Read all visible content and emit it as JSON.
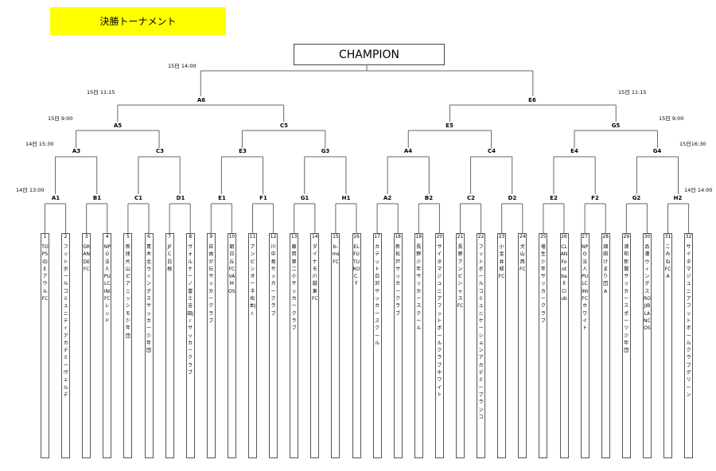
{
  "title": "決勝トーナメント",
  "champion": "CHAMPION",
  "times": {
    "final": "15日 14:00",
    "semi_left": "15日 11:15",
    "semi_right": "15日 11:15",
    "qf_left": "15日 9:00",
    "qf_right": "15日 9:00",
    "r16_left": "14日 15:30",
    "r16_right": "15日16:30",
    "r32_left": "14日 13:00",
    "r32_right": "14日 14:00"
  },
  "matches": {
    "A6": "A6",
    "E6": "E6",
    "A5": "A5",
    "C5": "C5",
    "E5": "E5",
    "G5": "G5",
    "A3": "A3",
    "C3": "C3",
    "E3": "E3",
    "G3": "G3",
    "A4": "A4",
    "C4": "C4",
    "E4": "E4",
    "G4": "G4",
    "A1": "A1",
    "B1": "B1",
    "C1": "C1",
    "D1": "D1",
    "E1": "E1",
    "F1": "F1",
    "G1": "G1",
    "H1": "H1",
    "A2": "A2",
    "B2": "B2",
    "C2": "C2",
    "D2": "D2",
    "E2": "E2",
    "F2": "F2",
    "G2": "G2",
    "H2": "H2"
  },
  "teams": [
    {
      "num": "1",
      "name": "TOPSIDEアウルFC"
    },
    {
      "num": "2",
      "name": "フットボールコミュニティアカデミー ヴェルデ"
    },
    {
      "num": "3",
      "name": "GRANDE FC"
    },
    {
      "num": "4",
      "name": "NPO法人 PULCINI FCレッド"
    },
    {
      "num": "5",
      "name": "新座片山ピアニッシモ少年団"
    },
    {
      "num": "6",
      "name": "青木北ウィングスサッカー少年団"
    },
    {
      "num": "7",
      "name": "JFC白根"
    },
    {
      "num": "8",
      "name": "ヴォルケーノ富士吉田Jr サッカークラブ"
    },
    {
      "num": "9",
      "name": "自由が丘サッカークラブ"
    },
    {
      "num": "10",
      "name": "朝日丘FC VAMOS"
    },
    {
      "num": "11",
      "name": "アンビシオーネ松本Jr."
    },
    {
      "num": "12",
      "name": "川中島サッカークラブ"
    },
    {
      "num": "13",
      "name": "藤岡第二小サッカークラブ"
    },
    {
      "num": "14",
      "name": "ダイナモ川越東FC"
    },
    {
      "num": "15",
      "name": "b-ms FC"
    },
    {
      "num": "16",
      "name": "EL FUTURO C.F"
    },
    {
      "num": "17",
      "name": "カテット白沢サッカースクール"
    },
    {
      "num": "18",
      "name": "新松戸サッカークラブ"
    },
    {
      "num": "19",
      "name": "長野少年サッカースクール"
    },
    {
      "num": "20",
      "name": "サイタマジュニアフットボールクラブ ホワイト"
    },
    {
      "num": "21",
      "name": "長野アンビシャスFC"
    },
    {
      "num": "22",
      "name": "フットボールコミュニケーションアカデミー ブランコ"
    },
    {
      "num": "23",
      "name": "小金井緑FC"
    },
    {
      "num": "24",
      "name": "犬山西FC"
    },
    {
      "num": "25",
      "name": "墻生少年サッカークラブ"
    },
    {
      "num": "26",
      "name": "CLAN Football Club"
    },
    {
      "num": "27",
      "name": "NPO法人 PULCINI FC ホワイト"
    },
    {
      "num": "28",
      "name": "畑田けまり団 A"
    },
    {
      "num": "29",
      "name": "浦和新聞サッカースポーツ少年団"
    },
    {
      "num": "30",
      "name": "品濃ウィングス ROJIBLANCOS"
    },
    {
      "num": "31",
      "name": "こみねFC A"
    },
    {
      "num": "32",
      "name": "サイタマジュニアフットボールクラブ グリーン"
    }
  ]
}
